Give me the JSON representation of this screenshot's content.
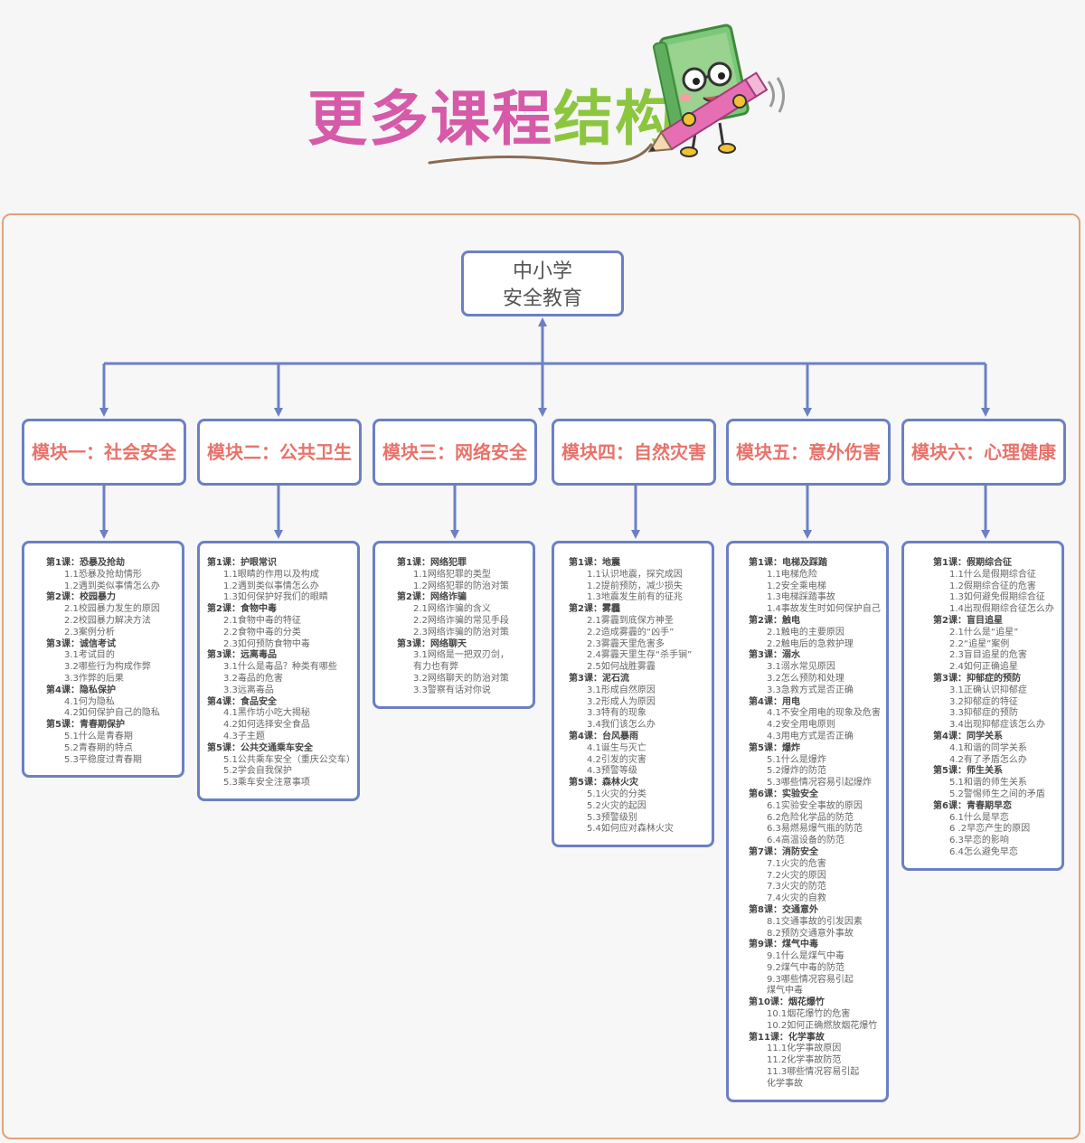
{
  "header": {
    "title_part1": "更多课程",
    "title_part2": "结构",
    "title_color1": "#d65aa8",
    "title_color2": "#8cc63f"
  },
  "root": {
    "line1": "中小学",
    "line2": "安全教育"
  },
  "colors": {
    "connector": "#6b80c4",
    "module_text": "#e8736b",
    "frame_border": "#e2a27a"
  },
  "modules": [
    {
      "title": "模块一：社会安全",
      "lessons": [
        {
          "title": "第1课：恐暴及抢劫",
          "items": [
            "1.1恐暴及抢劫情形",
            "1.2遇到类似事情怎么办"
          ]
        },
        {
          "title": "第2课：校园暴力",
          "items": [
            "2.1校园暴力发生的原因",
            "2.2校园暴力解决方法",
            "2.3案例分析"
          ]
        },
        {
          "title": "第3课：诚信考试",
          "items": [
            "3.1考试目的",
            "3.2哪些行为构成作弊",
            "3.3作弊的后果"
          ]
        },
        {
          "title": "第4课：隐私保护",
          "items": [
            "4.1何为隐私",
            "4.2如何保护自己的隐私"
          ]
        },
        {
          "title": "第5课：青春期保护",
          "items": [
            "5.1什么是青春期",
            "5.2青春期的特点",
            "5.3平稳度过青春期"
          ]
        }
      ]
    },
    {
      "title": "模块二：公共卫生",
      "lessons": [
        {
          "title": "第1课：护眼常识",
          "items": [
            "1.1眼睛的作用以及构成",
            "1.2遇到类似事情怎么办",
            "1.3如何保护好我们的眼睛"
          ]
        },
        {
          "title": "第2课：食物中毒",
          "items": [
            "2.1食物中毒的特征",
            "2.2食物中毒的分类",
            "2.3如何预防食物中毒"
          ]
        },
        {
          "title": "第3课：远离毒品",
          "items": [
            "3.1什么是毒品？种类有哪些",
            "3.2毒品的危害",
            "3.3远离毒品"
          ]
        },
        {
          "title": "第4课：食品安全",
          "items": [
            "4.1黑作坊小吃大揭秘",
            "4.2如何选择安全食品",
            "4.3子主题"
          ]
        },
        {
          "title": "第5课：公共交通乘车安全",
          "items": [
            "5.1公共乘车安全（重庆公交车）",
            "5.2学会自我保护",
            "5.3乘车安全注意事项"
          ]
        }
      ]
    },
    {
      "title": "模块三：网络安全",
      "lessons": [
        {
          "title": "第1课：网络犯罪",
          "items": [
            "1.1网络犯罪的类型",
            "1.2网络犯罪的防治对策"
          ]
        },
        {
          "title": "第2课：网络诈骗",
          "items": [
            "2.1网络诈骗的含义",
            "2.2网络诈骗的常见手段",
            "2.3网络诈骗的防治对策"
          ]
        },
        {
          "title": "第3课：网络聊天",
          "items": [
            "3.1网络是一把双刃剑，\n有力也有弊",
            "3.2网络聊天的防治对策",
            "3.3警察有话对你说"
          ]
        }
      ]
    },
    {
      "title": "模块四：自然灾害",
      "lessons": [
        {
          "title": "第1课：地震",
          "items": [
            "1.1认识地震，探究成因",
            "1.2提前预防，减少损失",
            "1.3地震发生前有的征兆"
          ]
        },
        {
          "title": "第2课：雾霾",
          "items": [
            "2.1雾霾到底保方神圣",
            "2.2造成雾霾的“凶手”",
            "2.3雾霾天里危害多",
            "2.4雾霾天里生存“杀手锏”",
            "2.5如何战胜雾霾"
          ]
        },
        {
          "title": "第3课：泥石流",
          "items": [
            "3.1形成自然原因",
            "3.2形成人为原因",
            "3.3特有的现象",
            "3.4我们该怎么办"
          ]
        },
        {
          "title": "第4课：台风暴雨",
          "items": [
            "4.1诞生与灭亡",
            "4.2引发的灾害",
            "4.3预警等级"
          ]
        },
        {
          "title": "第5课：森林火灾",
          "items": [
            "5.1火灾的分类",
            "5.2火灾的起因",
            "5.3预警级别",
            "5.4如何应对森林火灾"
          ]
        }
      ]
    },
    {
      "title": "模块五：意外伤害",
      "lessons": [
        {
          "title": "第1课：电梯及踩踏",
          "items": [
            "1.1电梯危险",
            "1.2安全乘电梯",
            "1.3电梯踩踏事故",
            "1.4事故发生时如何保护自己"
          ]
        },
        {
          "title": "第2课：触电",
          "items": [
            "2.1触电的主要原因",
            "2.2触电后的急救护理"
          ]
        },
        {
          "title": "第3课：溺水",
          "items": [
            "3.1溺水常见原因",
            "3.2怎么预防和处理",
            "3.3急救方式是否正确"
          ]
        },
        {
          "title": "第4课：用电",
          "items": [
            "4.1不安全用电的现象及危害",
            "4.2安全用电原则",
            "4.3用电方式是否正确"
          ]
        },
        {
          "title": "第5课：爆炸",
          "items": [
            "5.1什么是爆炸",
            "5.2爆炸的防范",
            "5.3哪些情况容易引起爆炸"
          ]
        },
        {
          "title": "第6课：实验安全",
          "items": [
            "6.1实验安全事故的原因",
            "6.2危险化学品的防范",
            "6.3易燃易爆气瓶的防范",
            "6.4高温设备的防范"
          ]
        },
        {
          "title": "第7课：消防安全",
          "items": [
            "7.1火灾的危害",
            "7.2火灾的原因",
            "7.3火灾的防范",
            "7.4火灾的自救"
          ]
        },
        {
          "title": "第8课：交通意外",
          "items": [
            "8.1交通事故的引发因素",
            "8.2预防交通意外事故"
          ]
        },
        {
          "title": "第9课：煤气中毒",
          "items": [
            "9.1什么是煤气中毒",
            "9.2煤气中毒的防范",
            "9.3哪些情况容易引起\n煤气中毒"
          ]
        },
        {
          "title": "第10课：烟花爆竹",
          "items": [
            "10.1烟花爆竹的危害",
            "10.2如何正确燃放烟花爆竹"
          ]
        },
        {
          "title": "第11课：化学事故",
          "items": [
            "11.1化学事故原因",
            "11.2化学事故防范",
            "11.3哪些情况容易引起\n化学事故"
          ]
        }
      ]
    },
    {
      "title": "模块六：心理健康",
      "lessons": [
        {
          "title": "第1课：假期综合征",
          "items": [
            "1.1什么是假期综合征",
            "1.2假期综合征的危害",
            "1.3如何避免假期综合征",
            "1.4出现假期综合征怎么办"
          ]
        },
        {
          "title": "第2课：盲目追星",
          "items": [
            "2.1什么是“追星”",
            "2.2“追星”案例",
            "2.3盲目追星的危害",
            "2.4如何正确追星"
          ]
        },
        {
          "title": "第3课：抑郁症的预防",
          "items": [
            "3.1正确认识抑郁症",
            "3.2抑郁症的特征",
            "3.3抑郁症的预防",
            "3.4出现抑郁症该怎么办"
          ]
        },
        {
          "title": "第4课：同学关系",
          "items": [
            "4.1和谐的同学关系",
            "4.2有了矛盾怎么办"
          ]
        },
        {
          "title": "第5课：师生关系",
          "items": [
            "5.1和谐的师生关系",
            "5.2警惕师生之间的矛盾"
          ]
        },
        {
          "title": "第6课：青春期早恋",
          "items": [
            "6.1什么是早恋",
            "6 .2早恋产生的原因",
            "6.3早恋的影响",
            "6.4怎么避免早恋"
          ]
        }
      ]
    }
  ]
}
